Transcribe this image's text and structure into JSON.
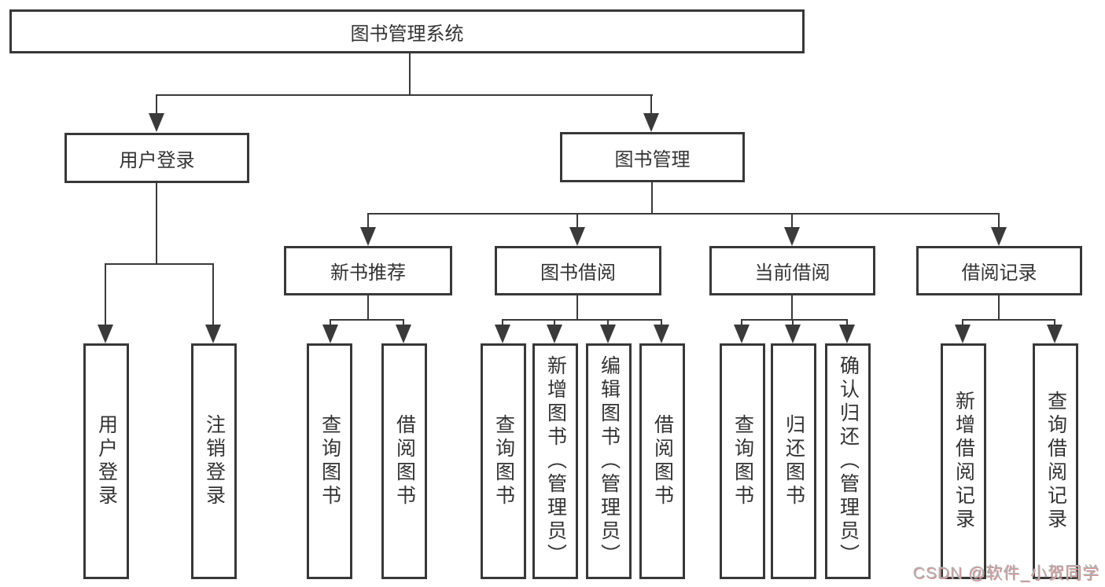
{
  "tree": {
    "root": {
      "label": "图书管理系统"
    },
    "children": [
      {
        "label": "用户登录",
        "children": [
          {
            "label": "用户登录"
          },
          {
            "label": "注销登录"
          }
        ]
      },
      {
        "label": "图书管理",
        "children": [
          {
            "label": "新书推荐",
            "children": [
              {
                "label": "查询图书"
              },
              {
                "label": "借阅图书"
              }
            ]
          },
          {
            "label": "图书借阅",
            "children": [
              {
                "label": "查询图书"
              },
              {
                "label": "新增图书（管理员）"
              },
              {
                "label": "编辑图书（管理员）"
              },
              {
                "label": "借阅图书"
              }
            ]
          },
          {
            "label": "当前借阅",
            "children": [
              {
                "label": "查询图书"
              },
              {
                "label": "归还图书"
              },
              {
                "label": "确认归还（管理员）"
              }
            ]
          },
          {
            "label": "借阅记录",
            "children": [
              {
                "label": "新增借阅记录"
              },
              {
                "label": "查询借阅记录"
              }
            ]
          }
        ]
      }
    ]
  },
  "watermark": {
    "text": "CSDN @软件_小贺同学"
  },
  "colors": {
    "box_border": "#383838",
    "connector": "#3a3a3a",
    "text": "#333333",
    "watermark_gray": "#b0b0b0",
    "watermark_red": "#dd9090",
    "background": "#ffffff"
  }
}
